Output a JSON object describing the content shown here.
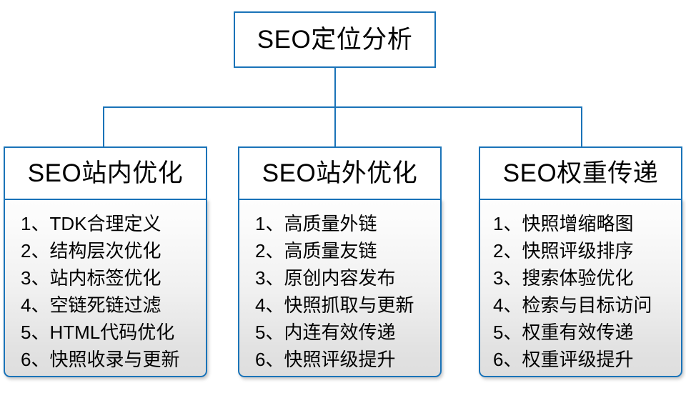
{
  "diagram": {
    "type": "org-tree",
    "accent_color": "#1a73b8",
    "text_color": "#000000",
    "body_fill_top": "#fdfdfd",
    "body_fill_bottom": "#dedede",
    "root": {
      "label": "SEO定位分析"
    },
    "branches": [
      {
        "header": "SEO站内优化",
        "items": [
          "1、TDK合理定义",
          "2、结构层次优化",
          "3、站内标签优化",
          "4、空链死链过滤",
          "5、HTML代码优化",
          "6、快照收录与更新"
        ]
      },
      {
        "header": "SEO站外优化",
        "items": [
          "1、高质量外链",
          "2、高质量友链",
          "3、原创内容发布",
          "4、快照抓取与更新",
          "5、内连有效传递",
          "6、快照评级提升"
        ]
      },
      {
        "header": "SEO权重传递",
        "items": [
          "1、快照增缩略图",
          "2、快照评级排序",
          "3、搜索体验优化",
          "4、检索与目标访问",
          "5、权重有效传递",
          "6、权重评级提升"
        ]
      }
    ]
  }
}
